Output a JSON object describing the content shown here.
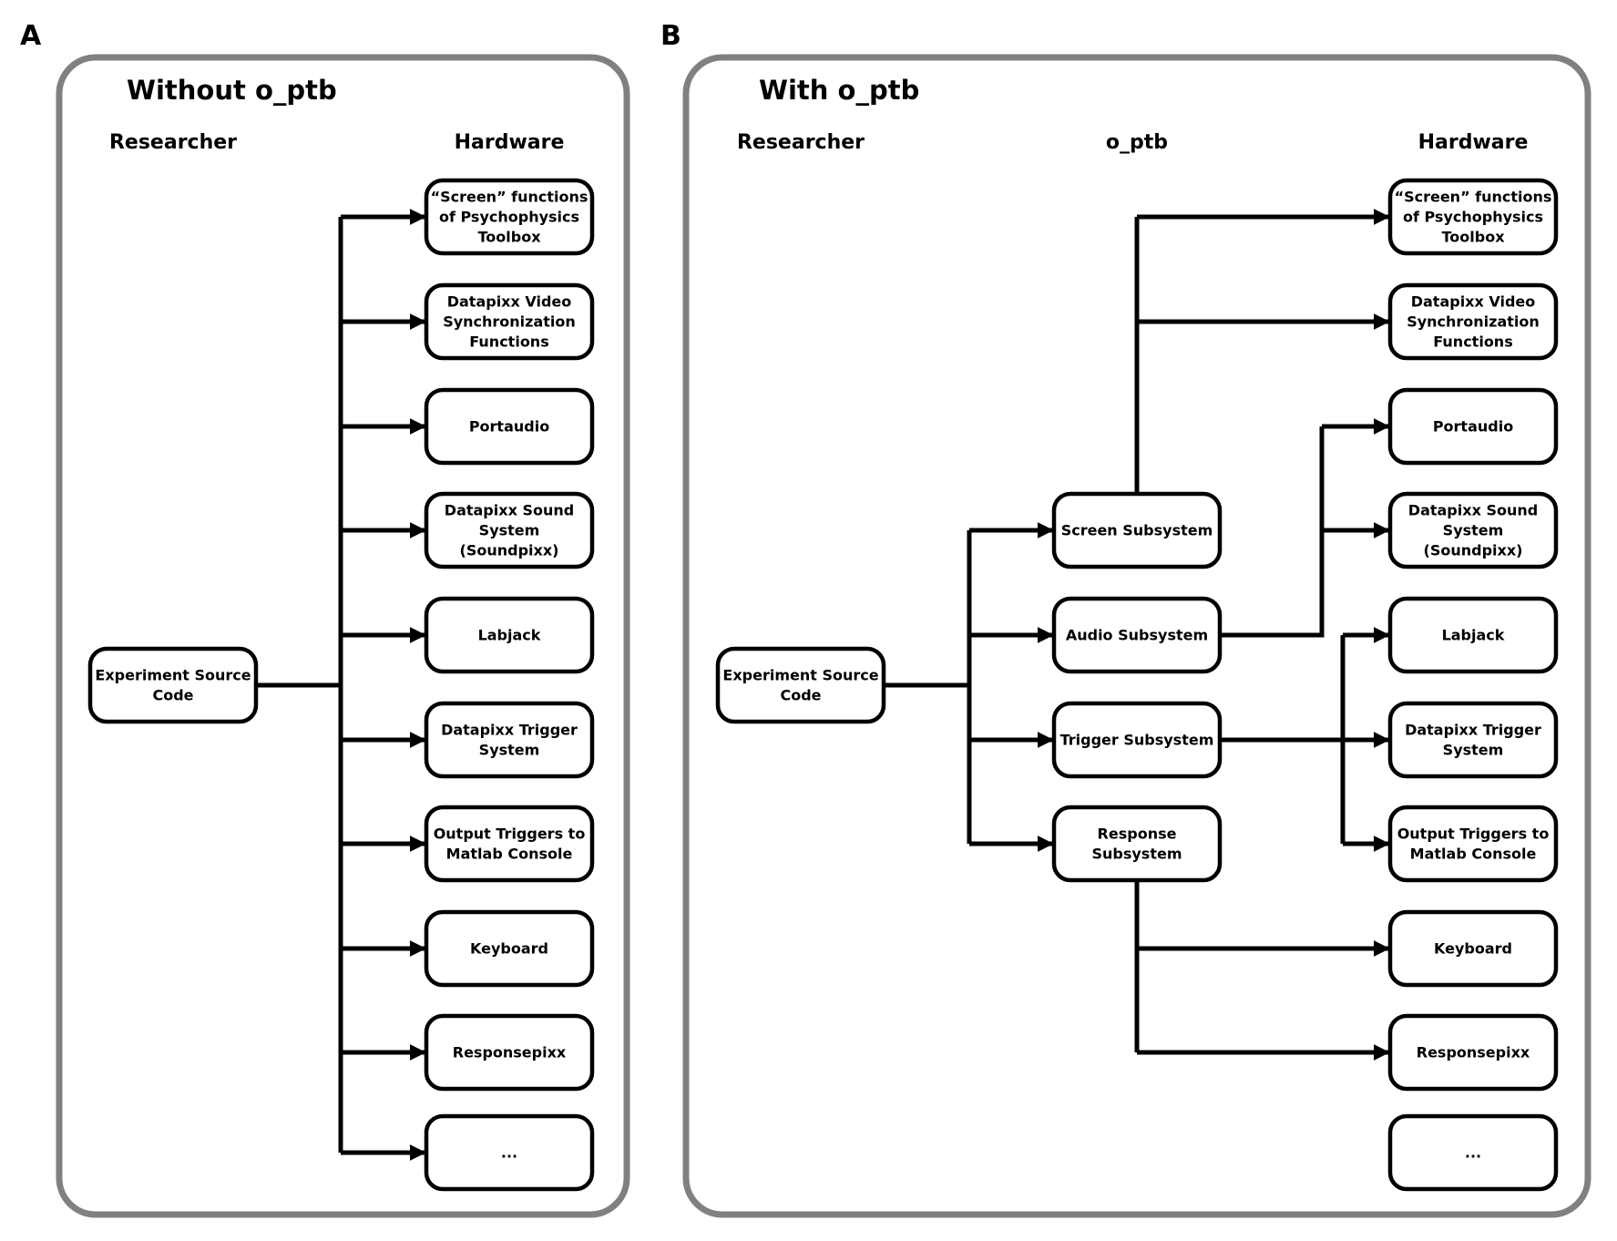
{
  "panel_a": {
    "letter": "A",
    "title": "Without o_ptb",
    "headers": {
      "researcher": "Researcher",
      "hardware": "Hardware"
    },
    "source": [
      "Experiment Source",
      "Code"
    ],
    "hardware": [
      [
        "“Screen” functions",
        "of Psychophysics",
        "Toolbox"
      ],
      [
        "Datapixx Video",
        "Synchronization",
        "Functions"
      ],
      [
        "Portaudio"
      ],
      [
        "Datapixx Sound",
        "System",
        "(Soundpixx)"
      ],
      [
        "Labjack"
      ],
      [
        "Datapixx Trigger",
        "System"
      ],
      [
        "Output Triggers to",
        "Matlab Console"
      ],
      [
        "Keyboard"
      ],
      [
        "Responsepixx"
      ],
      [
        "..."
      ]
    ]
  },
  "panel_b": {
    "letter": "B",
    "title": "With o_ptb",
    "headers": {
      "researcher": "Researcher",
      "optb": "o_ptb",
      "hardware": "Hardware"
    },
    "source": [
      "Experiment Source",
      "Code"
    ],
    "subsystems": [
      [
        "Screen Subsystem"
      ],
      [
        "Audio Subsystem"
      ],
      [
        "Trigger Subsystem"
      ],
      [
        "Response",
        "Subsystem"
      ]
    ],
    "hardware": [
      [
        "“Screen” functions",
        "of Psychophysics",
        "Toolbox"
      ],
      [
        "Datapixx Video",
        "Synchronization",
        "Functions"
      ],
      [
        "Portaudio"
      ],
      [
        "Datapixx Sound",
        "System",
        "(Soundpixx)"
      ],
      [
        "Labjack"
      ],
      [
        "Datapixx Trigger",
        "System"
      ],
      [
        "Output Triggers to",
        "Matlab Console"
      ],
      [
        "Keyboard"
      ],
      [
        "Responsepixx"
      ],
      [
        "..."
      ]
    ],
    "routing": {
      "Screen Subsystem": [
        0,
        1
      ],
      "Audio Subsystem": [
        2,
        3
      ],
      "Trigger Subsystem": [
        4,
        5,
        6
      ],
      "Response Subsystem": [
        7,
        8
      ]
    }
  }
}
